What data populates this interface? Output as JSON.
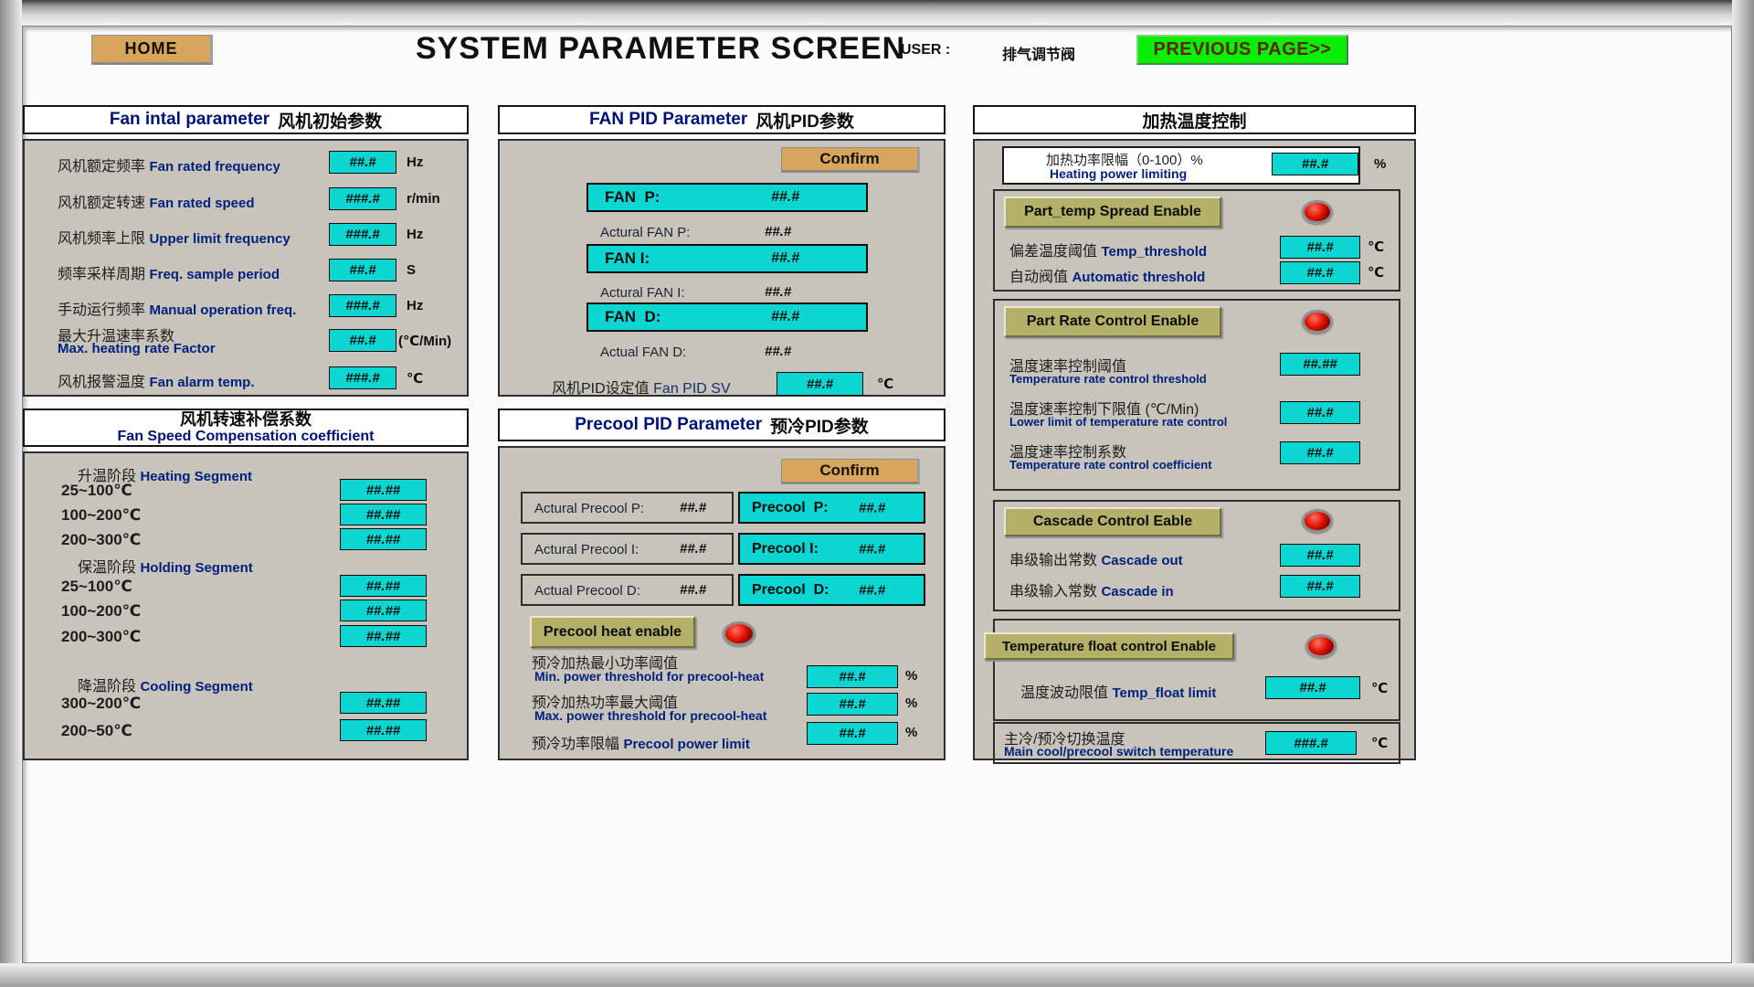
{
  "header": {
    "home": "HOME",
    "title": "SYSTEM PARAMETER SCREEN",
    "user_label": "USER :",
    "user_value": "排气调节阀",
    "previous": "PREVIOUS PAGE>>"
  },
  "fan_init": {
    "title_en": "Fan intal parameter",
    "title_zh": "风机初始参数",
    "rows": [
      {
        "zh": "风机额定频率",
        "en": "Fan rated frequency",
        "value": "##.#",
        "unit": "Hz"
      },
      {
        "zh": "风机额定转速",
        "en": "Fan rated speed",
        "value": "###.#",
        "unit": "r/min"
      },
      {
        "zh": "风机频率上限",
        "en": "Upper limit frequency",
        "value": "###.#",
        "unit": "Hz"
      },
      {
        "zh": "频率采样周期",
        "en": "Freq. sample period",
        "value": "##.#",
        "unit": "S"
      },
      {
        "zh": "手动运行频率",
        "en": "Manual operation freq.",
        "value": "###.#",
        "unit": "Hz"
      },
      {
        "zh": "最大升温速率系数",
        "en": "Max. heating rate Factor",
        "value": "##.#",
        "unit": "(℃/Min)"
      },
      {
        "zh": "风机报警温度",
        "en": "Fan alarm temp.",
        "value": "###.#",
        "unit": "℃"
      }
    ]
  },
  "fan_comp": {
    "title_zh": "风机转速补偿系数",
    "title_en": "Fan Speed Compensation coefficient",
    "heating_zh": "升温阶段",
    "heating_en": "Heating Segment",
    "holding_zh": "保温阶段",
    "holding_en": "Holding Segment",
    "cooling_zh": "降温阶段",
    "cooling_en": "Cooling Segment",
    "heating_rows": [
      {
        "range": "25~100℃",
        "value": "##.##"
      },
      {
        "range": "100~200℃",
        "value": "##.##"
      },
      {
        "range": "200~300℃",
        "value": "##.##"
      }
    ],
    "holding_rows": [
      {
        "range": "25~100℃",
        "value": "##.##"
      },
      {
        "range": "100~200℃",
        "value": "##.##"
      },
      {
        "range": "200~300℃",
        "value": "##.##"
      }
    ],
    "cooling_rows": [
      {
        "range": "300~200℃",
        "value": "##.##"
      },
      {
        "range": "200~50℃",
        "value": "##.##"
      }
    ]
  },
  "fan_pid": {
    "title_en": "FAN PID Parameter",
    "title_zh": "风机PID参数",
    "confirm": "Confirm",
    "p_label": "FAN  P:",
    "p_value": "##.#",
    "p_act_label": "Actural FAN P:",
    "p_act_value": "##.#",
    "i_label": "FAN I:",
    "i_value": "##.#",
    "i_act_label": "Actural FAN I:",
    "i_act_value": "##.#",
    "d_label": "FAN  D:",
    "d_value": "##.#",
    "d_act_label": "Actual FAN D:",
    "d_act_value": "##.#",
    "sv_zh": "风机PID设定值",
    "sv_en": "Fan PID SV",
    "sv_value": "##.#",
    "sv_unit": "℃"
  },
  "precool_pid": {
    "title_en": "Precool PID Parameter",
    "title_zh": "预冷PID参数",
    "confirm": "Confirm",
    "rows": [
      {
        "act_label": "Actural Precool P:",
        "act_value": "##.#",
        "set_label": "Precool  P:",
        "set_value": "##.#"
      },
      {
        "act_label": "Actural Precool I:",
        "act_value": "##.#",
        "set_label": "Precool I:",
        "set_value": "##.#"
      },
      {
        "act_label": "Actual Precool D:",
        "act_value": "##.#",
        "set_label": "Precool  D:",
        "set_value": "##.#"
      }
    ],
    "heat_enable": "Precool heat enable",
    "t1_zh": "预冷加热最小功率阈值",
    "t1_en": "Min. power threshold for precool-heat",
    "t1_value": "##.#",
    "t1_unit": "%",
    "t2_zh": "预冷加热功率最大阈值",
    "t2_en": "Max. power threshold for precool-heat",
    "t2_value": "##.#",
    "t2_unit": "%",
    "t3_zh": "预冷功率限幅",
    "t3_en": "Precool power limit",
    "t3_value": "##.#",
    "t3_unit": "%"
  },
  "heating": {
    "title": "加热温度控制",
    "limit_zh": "加热功率限幅（0-100）%",
    "limit_en": "Heating power limiting",
    "limit_value": "##.#",
    "limit_unit": "%",
    "s1_btn": "Part_temp Spread Enable",
    "s1_r1_zh": "偏差温度阈值",
    "s1_r1_en": "Temp_threshold",
    "s1_r1_value": "##.#",
    "s1_r1_unit": "℃",
    "s1_r2_zh": "自动阀值",
    "s1_r2_en": "Automatic threshold",
    "s1_r2_value": "##.#",
    "s1_r2_unit": "℃",
    "s2_btn": "Part Rate Control Enable",
    "s2_r1_zh": "温度速率控制阈值",
    "s2_r1_en": "Temperature rate control threshold",
    "s2_r1_value": "##.##",
    "s2_r2_zh": "温度速率控制下限值 (℃/Min)",
    "s2_r2_en": "Lower limit of temperature rate control",
    "s2_r2_value": "##.#",
    "s2_r3_zh": "温度速率控制系数",
    "s2_r3_en": "Temperature rate control coefficient",
    "s2_r3_value": "##.#",
    "s3_btn": "Cascade Control Eable",
    "s3_r1_zh": "串级输出常数",
    "s3_r1_en": "Cascade out",
    "s3_r1_value": "##.#",
    "s3_r2_zh": "串级输入常数",
    "s3_r2_en": "Cascade in",
    "s3_r2_value": "##.#",
    "s4_btn": "Temperature float control Enable",
    "s4_r1_zh": "温度波动限值",
    "s4_r1_en": "Temp_float limit",
    "s4_r1_value": "##.#",
    "s4_r1_unit": "℃",
    "bottom_zh": "主冷/预冷切换温度",
    "bottom_en": "Main cool/precool switch temperature",
    "bottom_value": "###.#",
    "bottom_unit": "℃"
  }
}
